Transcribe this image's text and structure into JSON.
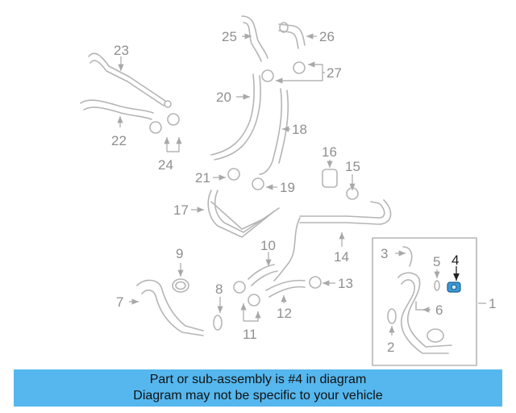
{
  "diagram": {
    "callouts": [
      "1",
      "2",
      "3",
      "4",
      "5",
      "6",
      "7",
      "8",
      "9",
      "10",
      "11",
      "12",
      "13",
      "14",
      "15",
      "16",
      "17",
      "18",
      "19",
      "20",
      "21",
      "22",
      "23",
      "24",
      "25",
      "26",
      "27"
    ],
    "highlighted_part": "4",
    "colors": {
      "line": "#b5b5b5",
      "highlight": "#2c87c4",
      "banner": "#55b7ee",
      "text": "#8f8f8f"
    }
  },
  "banner": {
    "line1": "Part or sub-assembly is #4 in diagram",
    "line2": "Diagram may not be specific to your vehicle"
  }
}
